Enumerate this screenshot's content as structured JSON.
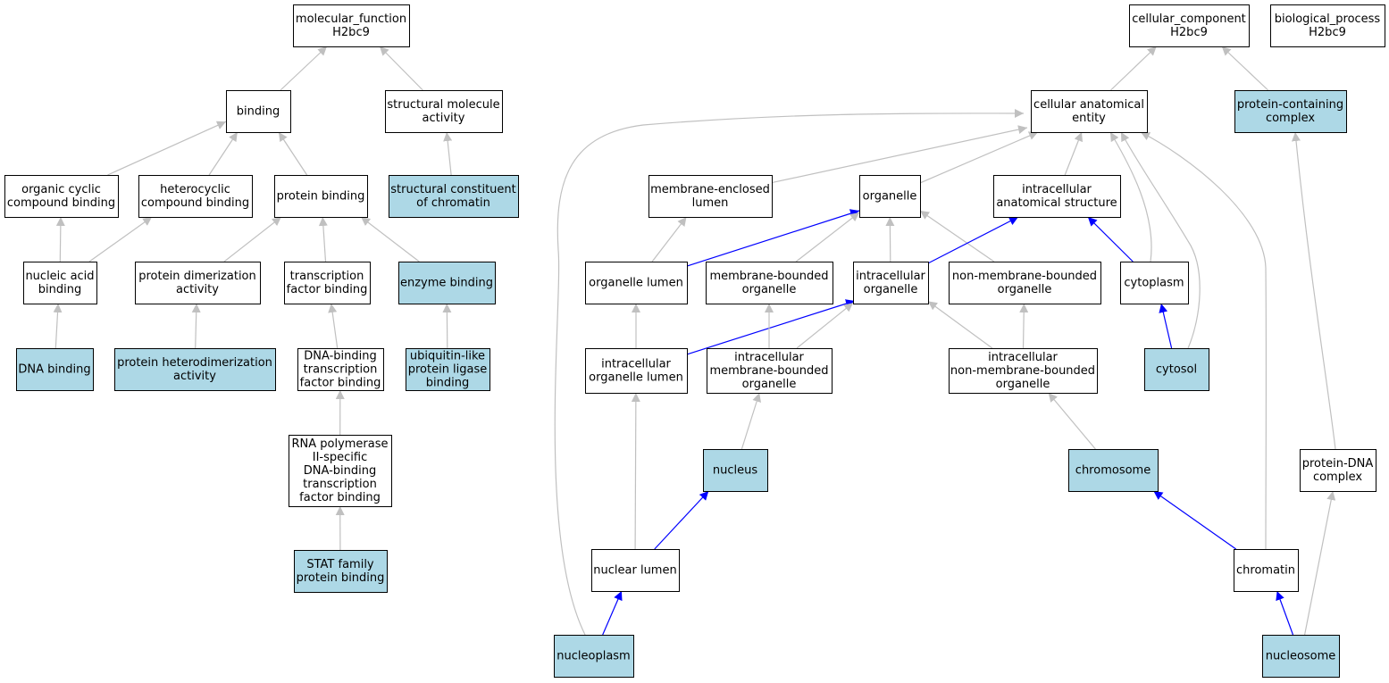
{
  "colors": {
    "highlight": "#add8e6",
    "plain": "#ffffff",
    "edge_gray": "#c0c0c0",
    "edge_blue": "#0000ff"
  },
  "nodes": [
    {
      "id": "mf",
      "lines": [
        "molecular_function",
        "H2bc9"
      ],
      "hl": false
    },
    {
      "id": "binding",
      "lines": [
        "binding"
      ],
      "hl": false
    },
    {
      "id": "structmol",
      "lines": [
        "structural molecule",
        "activity"
      ],
      "hl": false
    },
    {
      "id": "orgcyclic",
      "lines": [
        "organic cyclic",
        "compound binding"
      ],
      "hl": false
    },
    {
      "id": "heterocyclic",
      "lines": [
        "heterocyclic",
        "compound binding"
      ],
      "hl": false
    },
    {
      "id": "protbinding",
      "lines": [
        "protein binding"
      ],
      "hl": false
    },
    {
      "id": "structchrom",
      "lines": [
        "structural constituent",
        "of chromatin"
      ],
      "hl": true
    },
    {
      "id": "nucleic",
      "lines": [
        "nucleic acid",
        "binding"
      ],
      "hl": false
    },
    {
      "id": "protdimer",
      "lines": [
        "protein dimerization",
        "activity"
      ],
      "hl": false
    },
    {
      "id": "tfbinding",
      "lines": [
        "transcription",
        "factor binding"
      ],
      "hl": false
    },
    {
      "id": "enzyme",
      "lines": [
        "enzyme binding"
      ],
      "hl": true
    },
    {
      "id": "dnabinding",
      "lines": [
        "DNA binding"
      ],
      "hl": true
    },
    {
      "id": "protheterodimer",
      "lines": [
        "protein heterodimerization",
        "activity"
      ],
      "hl": true
    },
    {
      "id": "dnabindingtf",
      "lines": [
        "DNA-binding",
        "transcription",
        "factor binding"
      ],
      "hl": false
    },
    {
      "id": "ubiq",
      "lines": [
        "ubiquitin-like",
        "protein ligase",
        "binding"
      ],
      "hl": true
    },
    {
      "id": "rnapol",
      "lines": [
        "RNA polymerase",
        "II-specific",
        "DNA-binding",
        "transcription",
        "factor binding"
      ],
      "hl": false
    },
    {
      "id": "stat",
      "lines": [
        "STAT family",
        "protein binding"
      ],
      "hl": true
    },
    {
      "id": "cc",
      "lines": [
        "cellular_component",
        "H2bc9"
      ],
      "hl": false
    },
    {
      "id": "bp",
      "lines": [
        "biological_process",
        "H2bc9"
      ],
      "hl": false
    },
    {
      "id": "cae",
      "lines": [
        "cellular anatomical",
        "entity"
      ],
      "hl": false
    },
    {
      "id": "pcc",
      "lines": [
        "protein-containing",
        "complex"
      ],
      "hl": true
    },
    {
      "id": "mel",
      "lines": [
        "membrane-enclosed",
        "lumen"
      ],
      "hl": false
    },
    {
      "id": "organelle",
      "lines": [
        "organelle"
      ],
      "hl": false
    },
    {
      "id": "ias",
      "lines": [
        "intracellular",
        "anatomical structure"
      ],
      "hl": false
    },
    {
      "id": "orglumen",
      "lines": [
        "organelle lumen"
      ],
      "hl": false
    },
    {
      "id": "mbo",
      "lines": [
        "membrane-bounded",
        "organelle"
      ],
      "hl": false
    },
    {
      "id": "io",
      "lines": [
        "intracellular",
        "organelle"
      ],
      "hl": false
    },
    {
      "id": "nmbo",
      "lines": [
        "non-membrane-bounded",
        "organelle"
      ],
      "hl": false
    },
    {
      "id": "cytoplasm",
      "lines": [
        "cytoplasm"
      ],
      "hl": false
    },
    {
      "id": "iol",
      "lines": [
        "intracellular",
        "organelle lumen"
      ],
      "hl": false
    },
    {
      "id": "imbo",
      "lines": [
        "intracellular",
        "membrane-bounded",
        "organelle"
      ],
      "hl": false
    },
    {
      "id": "inmbo",
      "lines": [
        "intracellular",
        "non-membrane-bounded",
        "organelle"
      ],
      "hl": false
    },
    {
      "id": "cytosol",
      "lines": [
        "cytosol"
      ],
      "hl": true
    },
    {
      "id": "nucleus",
      "lines": [
        "nucleus"
      ],
      "hl": true
    },
    {
      "id": "chromosome",
      "lines": [
        "chromosome"
      ],
      "hl": true
    },
    {
      "id": "pdna",
      "lines": [
        "protein-DNA",
        "complex"
      ],
      "hl": false
    },
    {
      "id": "nuclumen",
      "lines": [
        "nuclear lumen"
      ],
      "hl": false
    },
    {
      "id": "chromatin",
      "lines": [
        "chromatin"
      ],
      "hl": false
    },
    {
      "id": "nucleoplasm",
      "lines": [
        "nucleoplasm"
      ],
      "hl": true
    },
    {
      "id": "nucleosome",
      "lines": [
        "nucleosome"
      ],
      "hl": true
    }
  ],
  "edges": [
    {
      "from": "binding",
      "to": "mf",
      "blue": false
    },
    {
      "from": "structmol",
      "to": "mf",
      "blue": false
    },
    {
      "from": "orgcyclic",
      "to": "binding",
      "blue": false
    },
    {
      "from": "heterocyclic",
      "to": "binding",
      "blue": false
    },
    {
      "from": "protbinding",
      "to": "binding",
      "blue": false
    },
    {
      "from": "structchrom",
      "to": "structmol",
      "blue": false
    },
    {
      "from": "nucleic",
      "to": "orgcyclic",
      "blue": false
    },
    {
      "from": "nucleic",
      "to": "heterocyclic",
      "blue": false
    },
    {
      "from": "protdimer",
      "to": "protbinding",
      "blue": false
    },
    {
      "from": "tfbinding",
      "to": "protbinding",
      "blue": false
    },
    {
      "from": "enzyme",
      "to": "protbinding",
      "blue": false
    },
    {
      "from": "dnabinding",
      "to": "nucleic",
      "blue": false
    },
    {
      "from": "protheterodimer",
      "to": "protdimer",
      "blue": false
    },
    {
      "from": "dnabindingtf",
      "to": "tfbinding",
      "blue": false
    },
    {
      "from": "ubiq",
      "to": "enzyme",
      "blue": false
    },
    {
      "from": "rnapol",
      "to": "dnabindingtf",
      "blue": false
    },
    {
      "from": "stat",
      "to": "rnapol",
      "blue": false
    },
    {
      "from": "cae",
      "to": "cc",
      "blue": false
    },
    {
      "from": "pcc",
      "to": "cc",
      "blue": false
    },
    {
      "from": "mel",
      "to": "cae",
      "blue": false
    },
    {
      "from": "organelle",
      "to": "cae",
      "blue": false
    },
    {
      "from": "ias",
      "to": "cae",
      "blue": false
    },
    {
      "from": "cytoplasm",
      "to": "cae",
      "blue": false
    },
    {
      "from": "cytosol",
      "to": "cae",
      "blue": false
    },
    {
      "from": "chromatin",
      "to": "cae",
      "blue": false
    },
    {
      "from": "nucleoplasm",
      "to": "cae",
      "blue": false
    },
    {
      "from": "orglumen",
      "to": "mel",
      "blue": false
    },
    {
      "from": "orglumen",
      "to": "organelle",
      "blue": true
    },
    {
      "from": "mbo",
      "to": "organelle",
      "blue": false
    },
    {
      "from": "io",
      "to": "organelle",
      "blue": false
    },
    {
      "from": "nmbo",
      "to": "organelle",
      "blue": false
    },
    {
      "from": "io",
      "to": "ias",
      "blue": true
    },
    {
      "from": "cytoplasm",
      "to": "ias",
      "blue": true
    },
    {
      "from": "iol",
      "to": "orglumen",
      "blue": false
    },
    {
      "from": "iol",
      "to": "io",
      "blue": true
    },
    {
      "from": "imbo",
      "to": "mbo",
      "blue": false
    },
    {
      "from": "imbo",
      "to": "io",
      "blue": false
    },
    {
      "from": "inmbo",
      "to": "io",
      "blue": false
    },
    {
      "from": "inmbo",
      "to": "nmbo",
      "blue": false
    },
    {
      "from": "cytosol",
      "to": "cytoplasm",
      "blue": true
    },
    {
      "from": "nucleus",
      "to": "imbo",
      "blue": false
    },
    {
      "from": "chromosome",
      "to": "inmbo",
      "blue": false
    },
    {
      "from": "nuclumen",
      "to": "iol",
      "blue": false
    },
    {
      "from": "nuclumen",
      "to": "nucleus",
      "blue": true
    },
    {
      "from": "chromatin",
      "to": "chromosome",
      "blue": true
    },
    {
      "from": "pdna",
      "to": "pcc",
      "blue": false
    },
    {
      "from": "nucleoplasm",
      "to": "nuclumen",
      "blue": true
    },
    {
      "from": "nucleosome",
      "to": "chromatin",
      "blue": true
    },
    {
      "from": "nucleosome",
      "to": "pdna",
      "blue": false
    }
  ]
}
